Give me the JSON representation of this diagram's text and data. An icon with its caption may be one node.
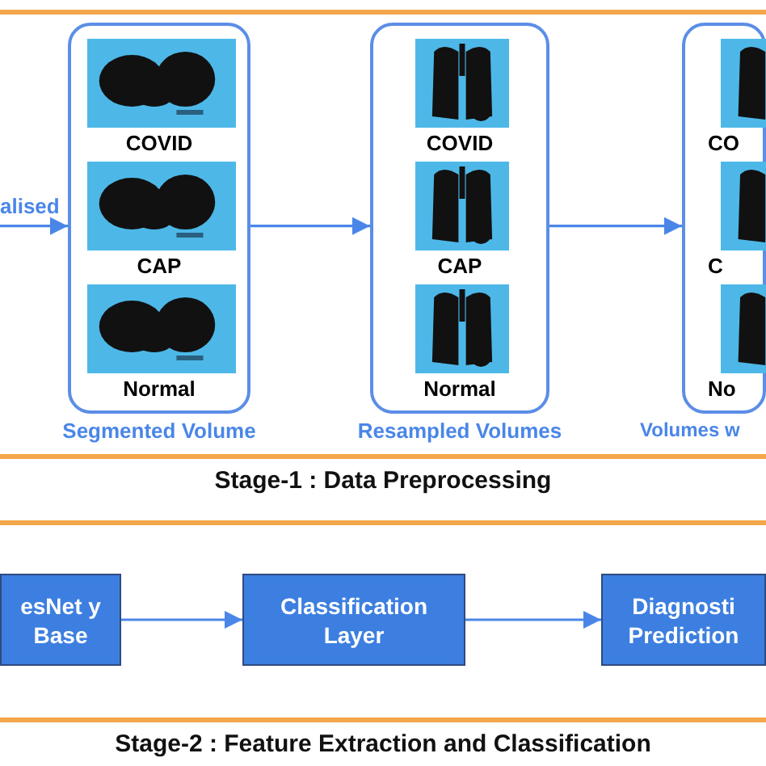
{
  "diagram": {
    "nodes": [
      {
        "text": [
          "Stage-1 : Data Preprocessing"
        ]
      },
      {
        "text": [
          "COVID",
          "CAP",
          "Normal"
        ],
        "beside": [
          "Segmented Volume"
        ],
        "in": 0
      },
      {
        "text": [
          "COVID",
          "CAP",
          "Normal"
        ],
        "beside": [
          "Resampled Volumes"
        ],
        "in": 0
      },
      {
        "text": [
          "CO",
          "C",
          "No"
        ],
        "beside": [
          "Volumes w"
        ],
        "in": 0
      },
      {
        "text": [
          "Stage-2 : Feature Extraction and Classification"
        ]
      },
      {
        "text": [
          "esNet y Base"
        ],
        "in": 4
      },
      {
        "text": [
          "Classification Layer"
        ],
        "in": 4
      },
      {
        "text": [
          "Diagnosti Prediction"
        ],
        "in": 4
      }
    ],
    "edges": [
      {
        "from": null,
        "to": 1,
        "arrow": "to",
        "label": "alised"
      },
      {
        "from": 1,
        "to": 2,
        "arrow": "to"
      },
      {
        "from": 2,
        "to": 3,
        "arrow": "to"
      },
      {
        "from": 5,
        "to": 6,
        "arrow": "to"
      },
      {
        "from": 6,
        "to": 7,
        "arrow": "to"
      }
    ]
  }
}
